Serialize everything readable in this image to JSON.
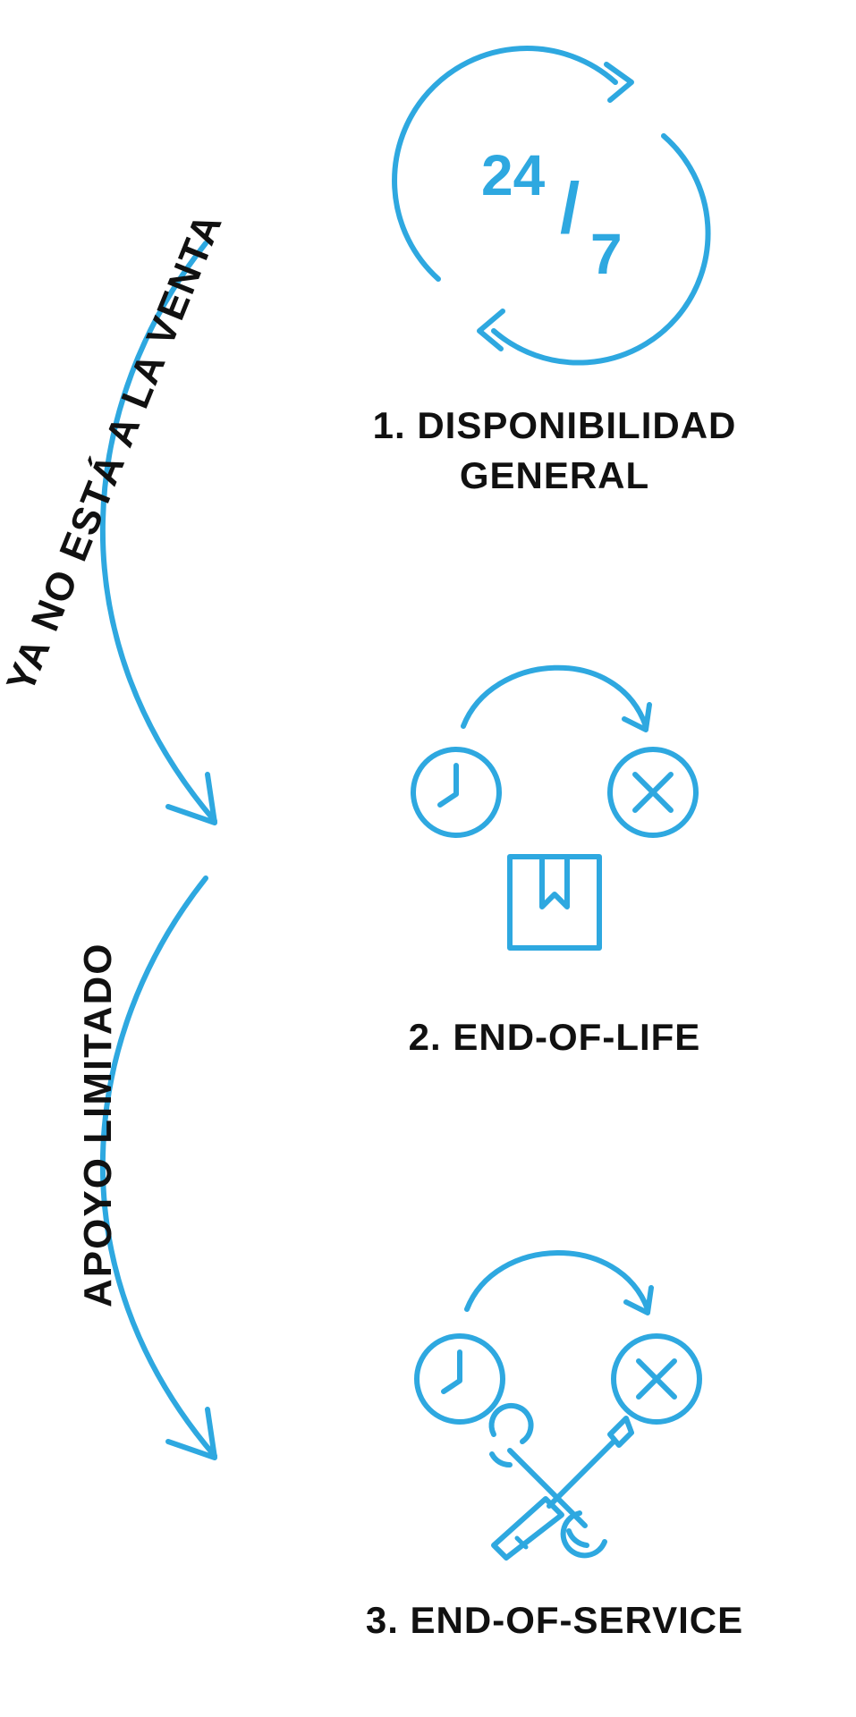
{
  "colors": {
    "accent": "#2ea8e0",
    "text": "#111111",
    "background": "#ffffff"
  },
  "stages": [
    {
      "label_line1": "1. DISPONIBILIDAD",
      "label_line2": "GENERAL",
      "icon": "24-7-cycle-icon"
    },
    {
      "label": "2. END-OF-LIFE",
      "icons": [
        "clock-icon",
        "arrow-arc-icon",
        "x-circle-icon",
        "box-icon"
      ]
    },
    {
      "label": "3. END-OF-SERVICE",
      "icons": [
        "clock-icon",
        "arrow-arc-icon",
        "x-circle-icon",
        "tools-icon"
      ]
    }
  ],
  "availability_badge": {
    "hours": "24",
    "slash": "/",
    "days": "7"
  },
  "transitions": [
    {
      "text": "YA NO ESTÁ  A LA VENTA",
      "icon": "curved-arrow-icon"
    },
    {
      "text": "APOYO LIMITADO",
      "icon": "curved-arrow-icon"
    }
  ]
}
